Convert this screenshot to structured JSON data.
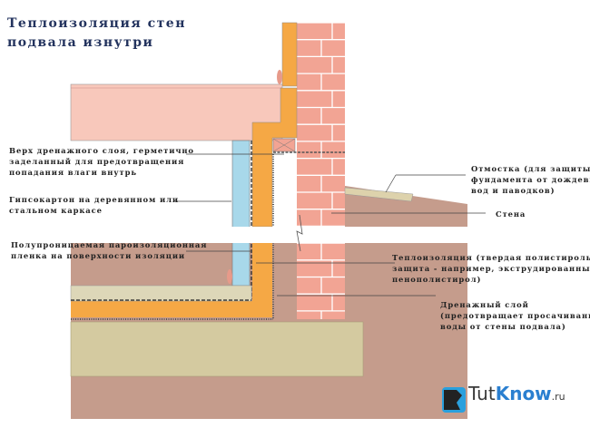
{
  "title": [
    "Теплоизоляция  стен",
    "подвала  изнутри"
  ],
  "labels": {
    "drain_top": "Верх дренажного слоя, герметично\nзаделанный для предотвращения\nпопадания влаги внутрь",
    "drywall": "Гипсокартон на деревянном или\nстальном каркасе",
    "vapor": "Полупроницаемая пароизоляционная\nпленка на поверхности изоляции",
    "otmostka": "Отмостка (для защиты\nфундамента от дождевых\nвод и паводков)",
    "wall": "Стена",
    "insulation": "Теплоизоляция (твердая полистирольная\nзащита - например, экструдированный\nпенополистирол)",
    "drainage": "Дренажный слой\n(предотвращает просачивание\nводы от стены подвала)"
  },
  "logo": {
    "part1": "Tut",
    "part2": "Know",
    "part3": ".ru"
  },
  "colors": {
    "brick": "#f2a494",
    "insulation": "#f5a845",
    "slab": "#f8c8bb",
    "drywall": "#a8d8ea",
    "soil": "#c59c8c",
    "concrete": "#d4caa0",
    "screed": "#ddd7b8",
    "title": "#23335e"
  }
}
